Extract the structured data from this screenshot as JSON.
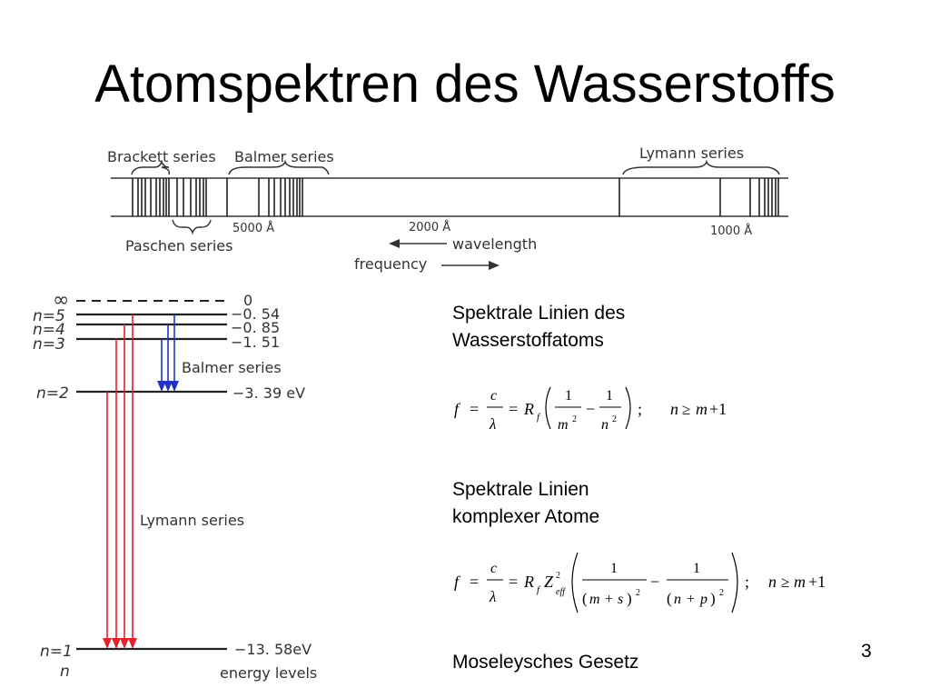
{
  "title": "Atomspektren des Wasserstoffs",
  "spectrum": {
    "brackett_label": "Brackett series",
    "balmer_label": "Balmer series",
    "lymann_label": "Lymann series",
    "paschen_label": "Paschen series",
    "tick_5000": "5000 Å",
    "tick_2000": "2000 Å",
    "tick_1000": "1000 Å",
    "wavelength_label": "wavelength",
    "frequency_label": "frequency"
  },
  "levels": {
    "items": [
      {
        "n": "∞",
        "energy": "0"
      },
      {
        "n": "n=5",
        "energy": "−0. 54"
      },
      {
        "n": "n=4",
        "energy": "−0. 85"
      },
      {
        "n": "n=3",
        "energy": "−1. 51"
      },
      {
        "n": "n=2",
        "energy": "−3. 39"
      },
      {
        "n": "n=1",
        "energy": "−13. 58"
      }
    ],
    "unit": "eV",
    "n_axis_label": "n",
    "energy_levels_label": "energy levels",
    "balmer_label": "Balmer series",
    "lymann_label": "Lymann series"
  },
  "colors": {
    "lymann_arrow": "#e8202a",
    "balmer_arrow": "#2233c8",
    "line": "#111111"
  },
  "right_panel": {
    "hydrogen_heading_1": "Spektrale Linien des",
    "hydrogen_heading_2": "Wasserstoffatoms",
    "complex_heading_1": "Spektrale Linien",
    "complex_heading_2": "komplexer Atome",
    "moseley_label": "Moseleysches Gesetz"
  },
  "slide_number": "3"
}
